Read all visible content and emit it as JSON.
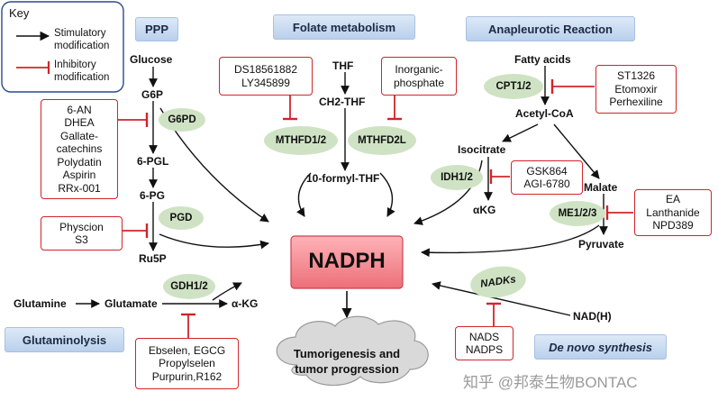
{
  "key": {
    "title": "Key",
    "stimulatory": [
      "Stimulatory",
      "modification"
    ],
    "inhibitory": [
      "Inhibitory",
      "modification"
    ]
  },
  "sections": {
    "ppp": "PPP",
    "folate": "Folate metabolism",
    "anaplerotic": "Anapleurotic Reaction",
    "glutaminolysis": "Glutaminolysis",
    "denovo": "De novo synthesis"
  },
  "ppp": {
    "glucose": "Glucose",
    "g6p": "G6P",
    "pgl": "6-PGL",
    "pg": "6-PG",
    "ru5p": "Ru5P",
    "enzyme_g6pd": "G6PD",
    "enzyme_pgd": "PGD",
    "g6pd_inhibitors": [
      "6-AN",
      "DHEA",
      "Gallate-",
      "catechins",
      "Polydatin",
      "Aspirin",
      "RRx-001"
    ],
    "pgd_inhibitors": [
      "Physcion",
      "S3"
    ]
  },
  "folate": {
    "thf": "THF",
    "ch2thf": "CH2-THF",
    "formylthf": "10-formyl-THF",
    "enzyme_mthfd12": "MTHFD1/2",
    "enzyme_mthfd2l": "MTHFD2L",
    "inhibitors_left": [
      "DS18561882",
      "LY345899"
    ],
    "inhibitors_right": [
      "Inorganic-",
      "phosphate"
    ]
  },
  "anaplerotic": {
    "fatty_acids": "Fatty acids",
    "acetyl_coa": "Acetyl-CoA",
    "isocitrate": "Isocitrate",
    "akg": "αKG",
    "malate": "Malate",
    "pyruvate": "Pyruvate",
    "enzyme_cpt1": "CPT1/2",
    "enzyme_idh": "IDH1/2",
    "enzyme_me": "ME1/2/3",
    "cpt_inhibitors": [
      "ST1326",
      "Etomoxir",
      "Perhexiline"
    ],
    "idh_inhibitors": [
      "GSK864",
      "AGI-6780"
    ],
    "me_inhibitors": [
      "EA",
      "Lanthanide",
      "NPD389"
    ]
  },
  "glutaminolysis": {
    "glutamine": "Glutamine",
    "glutamate": "Glutamate",
    "akg": "α-KG",
    "enzyme_gdh": "GDH1/2",
    "inhibitors": [
      "Ebselen, EGCG",
      "Propylselen",
      "Purpurin,R162"
    ]
  },
  "denovo": {
    "nadh": "NAD(H)",
    "enzyme_nadks": "NADKs",
    "inhibitors": [
      "NADS",
      "NADPS"
    ]
  },
  "center": {
    "nadph": "NADPH",
    "outcome": [
      "Tumorigenesis and",
      "tumor progression"
    ]
  },
  "watermark": "知乎 @邦泰生物BONTAC",
  "colors": {
    "inhibit": "#d1242b",
    "enzyme": "#cfe3c4",
    "nadph": "#f07f86",
    "section": "#c9dcf1"
  }
}
